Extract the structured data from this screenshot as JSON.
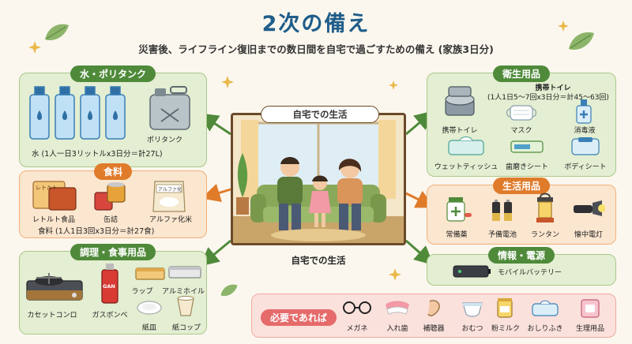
{
  "header": {
    "title": "2次の備え",
    "subtitle": "災害後、ライフライン復旧までの数日間を自宅で過ごすための備え (家族3日分)"
  },
  "center": {
    "badge": "自宅での生活",
    "caption": "自宅での生活"
  },
  "water": {
    "title": "水・ポリタンク",
    "tank_label": "ポリタンク",
    "note": "水 (1人一日3リットルx3日分＝計27L)"
  },
  "food": {
    "title": "食料",
    "items": [
      "レトルト食品",
      "缶詰",
      "アルファ化米"
    ],
    "note": "食料 (1人1日3回x3日分＝計27食)",
    "pack_text_1": "レトルト",
    "pack_text_2": "アルファ化"
  },
  "cooking": {
    "title": "調理・食事用品",
    "items": [
      "カセットコンロ",
      "ガスボンベ",
      "ラップ",
      "アルミホイル",
      "紙皿",
      "紙コップ"
    ],
    "can_text": "GAN"
  },
  "hygiene": {
    "title": "衛生用品",
    "toilet_note_1": "携帯トイレ",
    "toilet_note_2": "(1人1日5〜7回x3日分＝計45〜63回)",
    "items": [
      "携帯トイレ",
      "マスク",
      "消毒液",
      "ウェットティッシュ",
      "歯磨きシート",
      "ボディシート"
    ]
  },
  "living": {
    "title": "生活用品",
    "items": [
      "常備薬",
      "予備電池",
      "ランタン",
      "懐中電灯"
    ]
  },
  "info": {
    "title": "情報・電源",
    "items": [
      "モバイルバッテリー"
    ]
  },
  "optional": {
    "title": "必要であれば",
    "items": [
      "メガネ",
      "入れ歯",
      "補聴器",
      "おむつ",
      "粉ミルク",
      "おしりふき",
      "生理用品"
    ]
  },
  "colors": {
    "title_blue": "#1f5d8a",
    "green": "#4f8a3a",
    "orange": "#e07b2a",
    "pink": "#e56a6a"
  }
}
